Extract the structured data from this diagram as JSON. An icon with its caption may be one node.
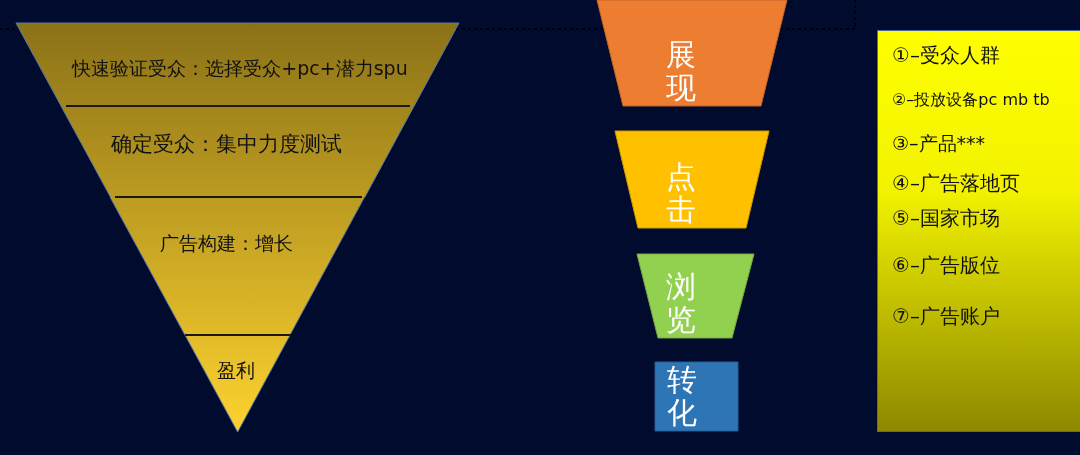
{
  "diagram": {
    "nodes": [
      {
        "text": [
          "快速验证受众：选择受众+pc+潜力spu"
        ]
      },
      {
        "text": [
          "确定受众：集中力度测试"
        ]
      },
      {
        "text": [
          "广告构建：增长"
        ]
      },
      {
        "text": [
          "盈利"
        ]
      },
      {
        "text": [
          "展现"
        ]
      },
      {
        "text": [
          "点击"
        ]
      },
      {
        "text": [
          "浏览"
        ]
      },
      {
        "text": [
          "转化"
        ]
      },
      {
        "text": [
          "①–受众人群",
          "②–投放设备pc mb tb",
          "③–产品***",
          "④–广告落地页",
          "⑤–国家市场",
          "⑥–广告版位",
          "⑦–广告账户"
        ]
      }
    ]
  }
}
